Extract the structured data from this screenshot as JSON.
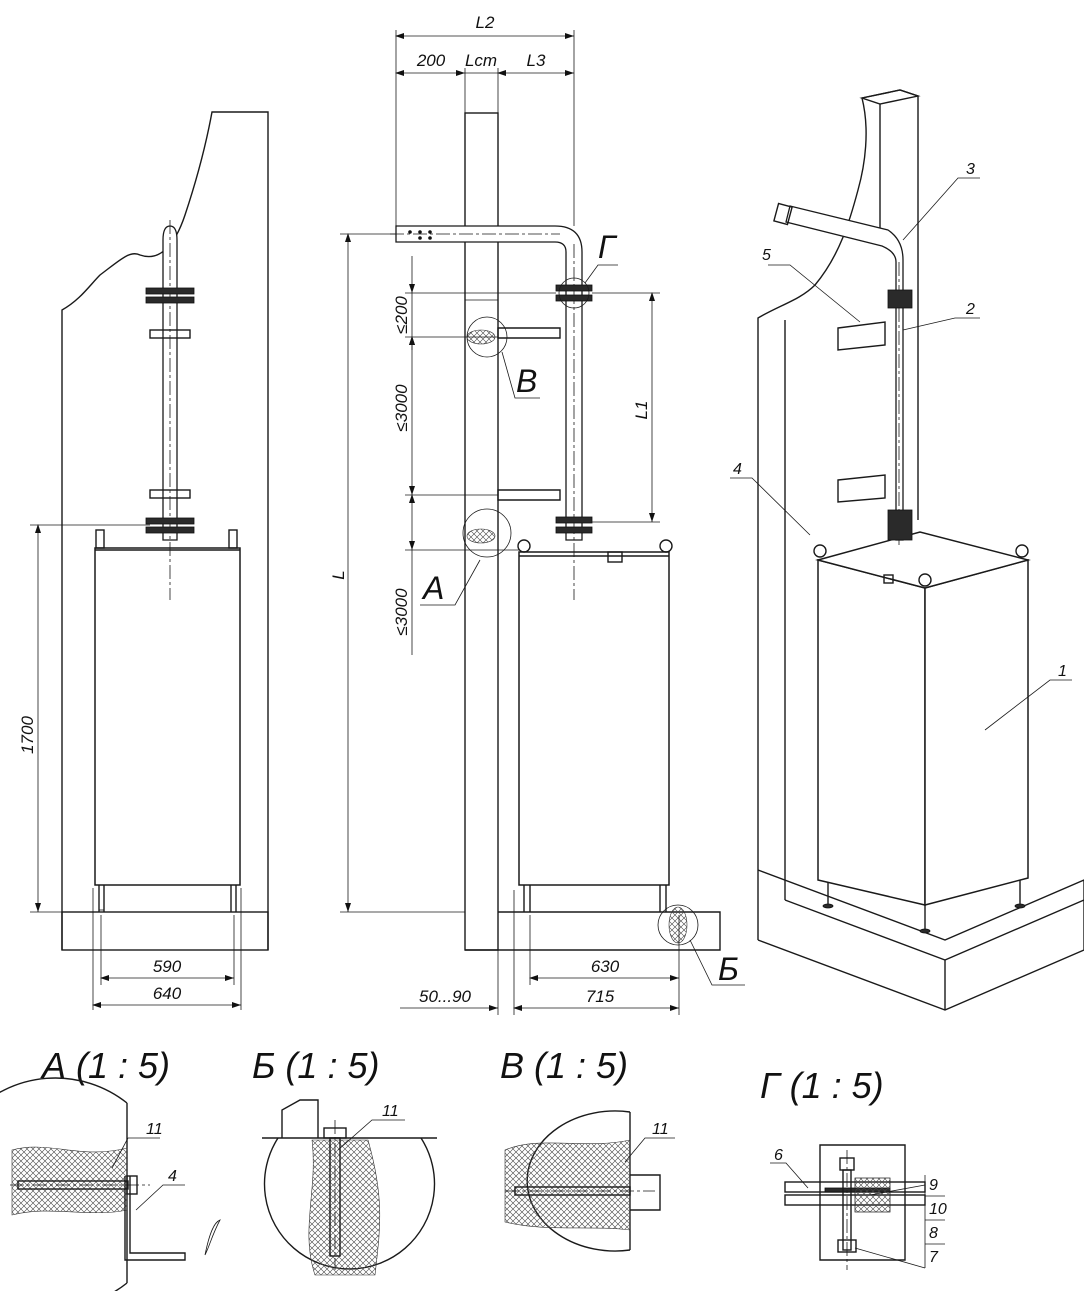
{
  "dimensions": {
    "l2": "L2",
    "d200": "200",
    "lst": "Lст",
    "l3": "L3",
    "le200": "≤200",
    "le3000_top": "≤3000",
    "le3000_bottom": "≤3000",
    "l": "L",
    "l1": "L1",
    "h1700": "1700",
    "w590": "590",
    "w640": "640",
    "w630": "630",
    "w715": "715",
    "gap": "50...90"
  },
  "callouts": {
    "a": "А",
    "b": "Б",
    "v": "В",
    "g": "Г"
  },
  "parts": [
    "1",
    "2",
    "3",
    "4",
    "5"
  ],
  "details": [
    {
      "title": "А (1 : 5)",
      "labels": [
        "11",
        "4"
      ]
    },
    {
      "title": "Б (1 : 5)",
      "labels": [
        "11"
      ]
    },
    {
      "title": "В (1 : 5)",
      "labels": [
        "11"
      ]
    },
    {
      "title": "Г (1 : 5)",
      "labels": [
        "6",
        "9",
        "10",
        "8",
        "7"
      ]
    }
  ]
}
